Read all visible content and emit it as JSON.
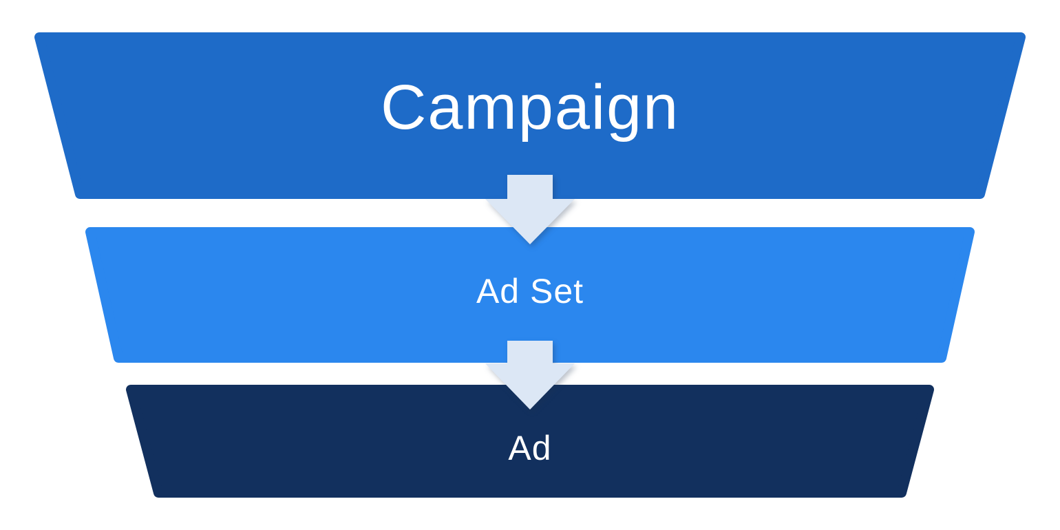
{
  "funnel": {
    "background_color": "#FFFFFF",
    "tiers": [
      {
        "label": "Campaign",
        "color": "#1E6BC8",
        "text_color": "#FFFFFF"
      },
      {
        "label": "Ad Set",
        "color": "#2B87EE",
        "text_color": "#FFFFFF"
      },
      {
        "label": "Ad",
        "color": "#12305E",
        "text_color": "#FFFFFF"
      }
    ],
    "arrows": {
      "color": "#DCE7F5"
    }
  }
}
